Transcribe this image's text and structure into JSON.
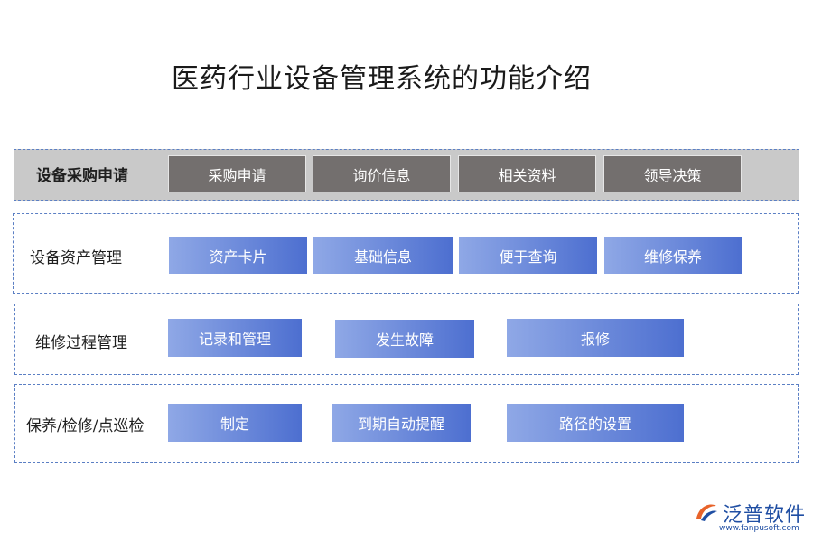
{
  "title": "医药行业设备管理系统的功能介绍",
  "groups": [
    {
      "label": "设备采购申请",
      "items": [
        "采购申请",
        "询价信息",
        "相关资料",
        "领导决策"
      ]
    },
    {
      "label": "设备资产管理",
      "items": [
        "资产卡片",
        "基础信息",
        "便于查询",
        "维修保养"
      ]
    },
    {
      "label": "维修过程管理",
      "items": [
        "记录和管理",
        "发生故障",
        "报修"
      ]
    },
    {
      "label": "保养/检修/点巡检",
      "items": [
        "制定",
        "到期自动提醒",
        "路径的设置"
      ]
    }
  ],
  "logo": {
    "name": "泛普软件",
    "url": "www.fanpusoft.com"
  },
  "colors": {
    "accent_gray": "#736f6e",
    "accent_blue": "#4d6fd0",
    "border": "#5b7fc4"
  }
}
